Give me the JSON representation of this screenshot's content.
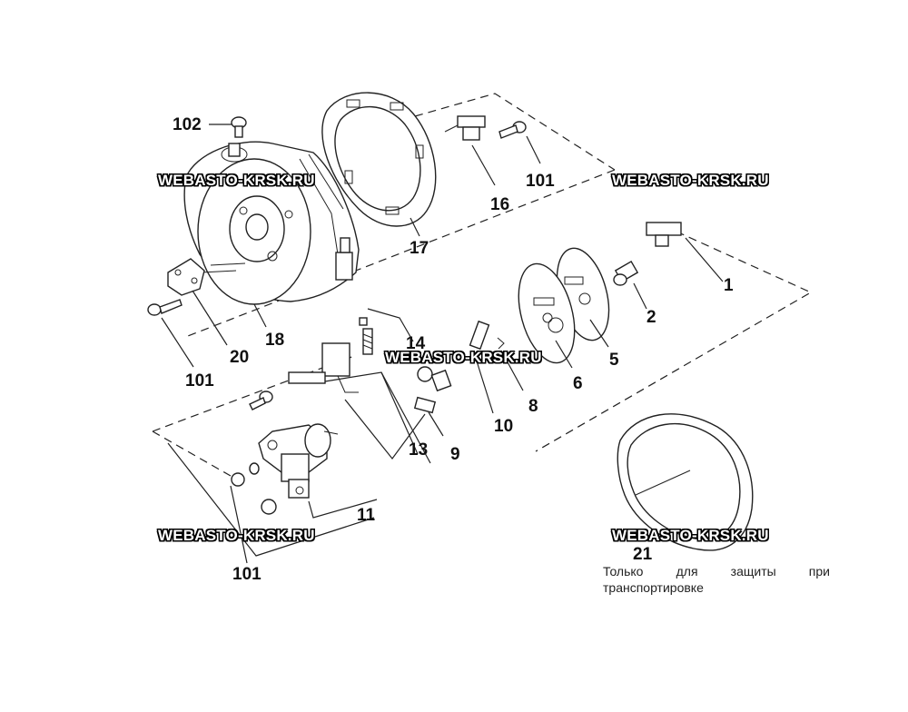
{
  "callouts": {
    "c102": "102",
    "c101a": "101",
    "c16": "16",
    "c17": "17",
    "c1": "1",
    "c2": "2",
    "c5": "5",
    "c6": "6",
    "c8": "8",
    "c14": "14",
    "c18": "18",
    "c20": "20",
    "c101b": "101",
    "c10": "10",
    "c9": "9",
    "c13": "13",
    "c11": "11",
    "c101c": "101",
    "c21": "21"
  },
  "watermark": {
    "text": "WEBASTO-KRSK.RU"
  },
  "note": {
    "line1": "Только для защиты при",
    "line2": "транспортировке"
  }
}
